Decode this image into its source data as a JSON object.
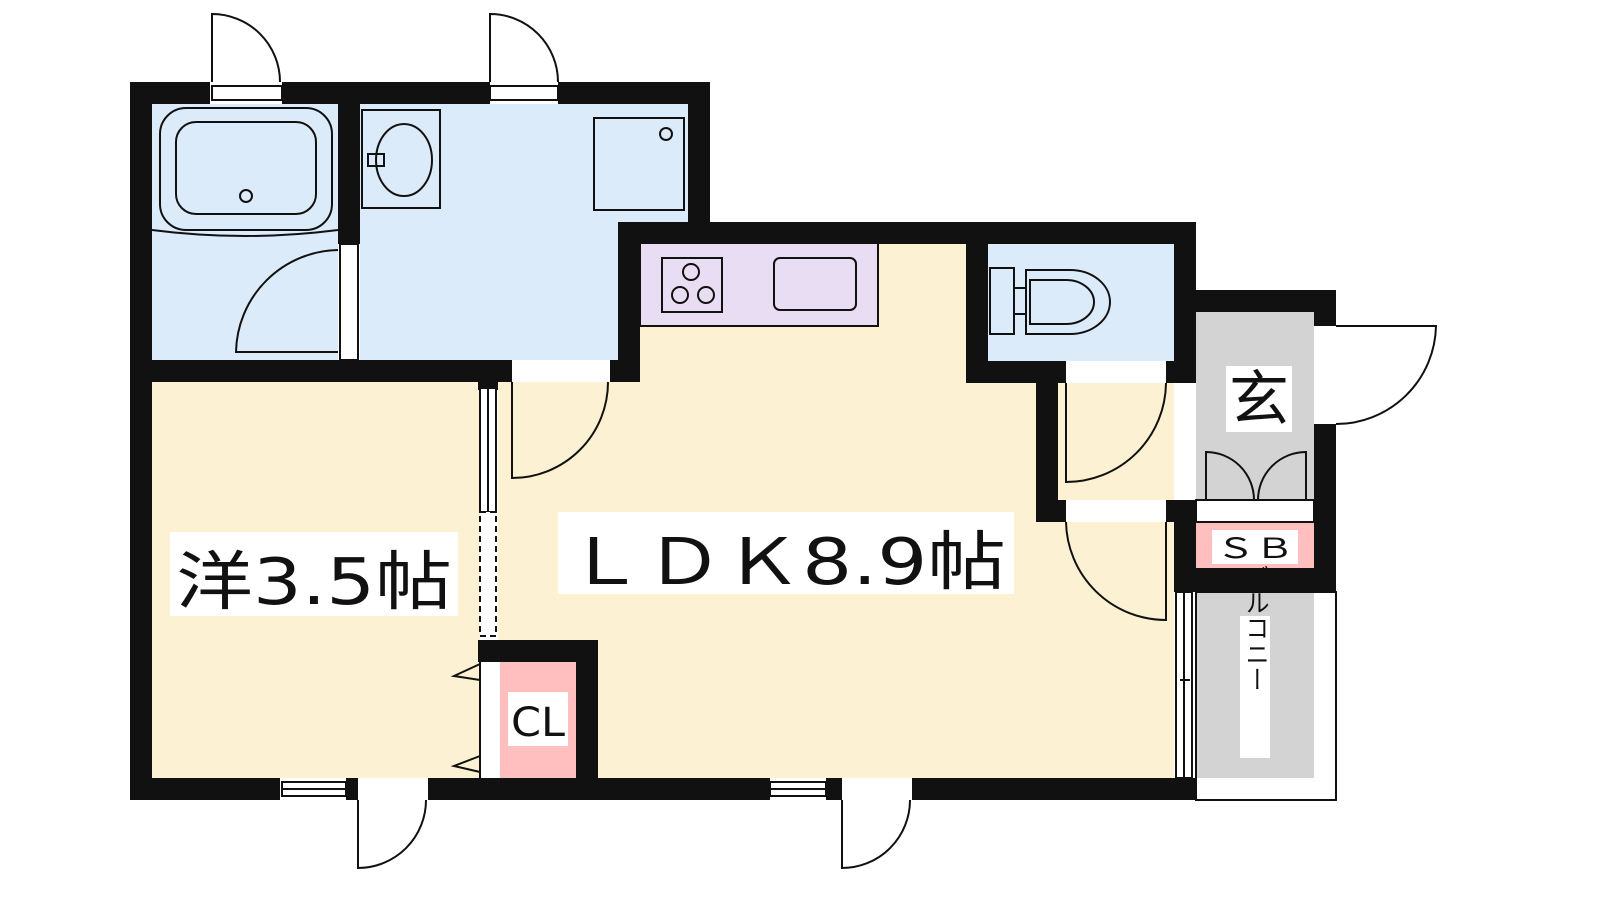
{
  "floorplan": {
    "rooms": {
      "western_room": {
        "label": "洋3.5帖",
        "color": "#FDF1D4"
      },
      "ldk": {
        "label": "ＬＤＫ8.9帖",
        "color": "#FDF1D4"
      },
      "closet": {
        "label": "CL",
        "color": "#FFBFBF"
      },
      "entrance": {
        "label": "玄",
        "color": "#D3D3D3"
      },
      "shoe_box": {
        "label": "ＳＢ",
        "color": "#FFBFBF"
      },
      "balcony": {
        "label": "バルコニー",
        "color": "#D3D3D3"
      },
      "bathroom": {
        "color": "#DCEBFA"
      },
      "washroom": {
        "color": "#DCEBFA"
      },
      "toilet": {
        "color": "#DCEBFA"
      },
      "kitchen_counter": {
        "color": "#E8DDF3"
      }
    },
    "colors": {
      "wall": "#111111",
      "background": "#FFFFFF"
    }
  }
}
